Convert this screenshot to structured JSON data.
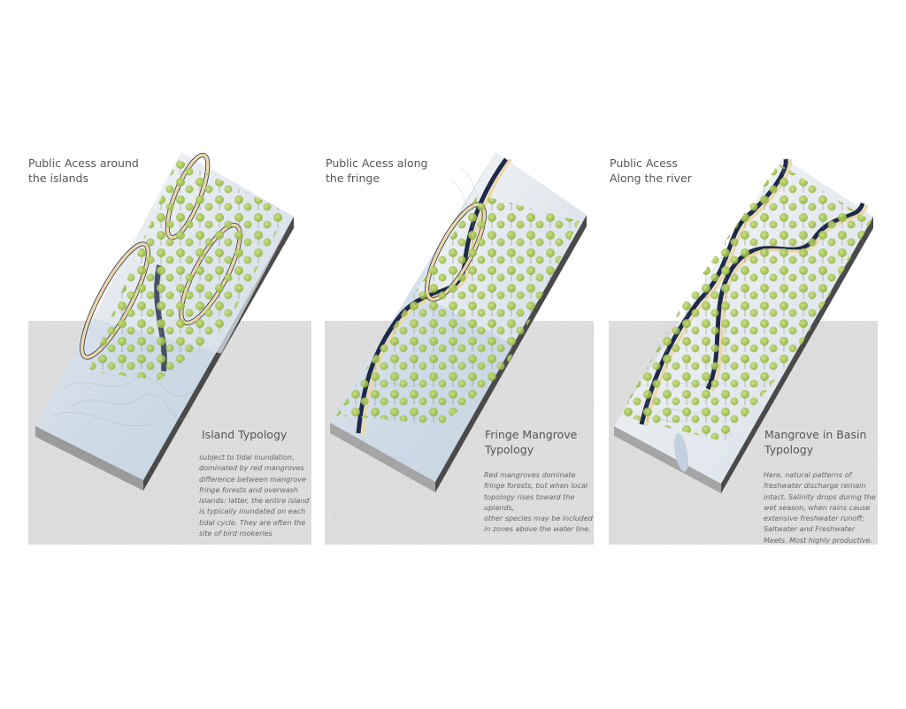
{
  "panels": [
    {
      "id": "island",
      "access_title_line1": "Public Acess around",
      "access_title_line2": "the islands",
      "typology_title_line1": "Island Typology",
      "typology_title_line2": "",
      "description": [
        "subject to tidal inundation,",
        "dominated by red mangroves",
        "difference between mangrove",
        "fringe forests and overwash",
        "islands: latter, the entire island",
        "is typically inundated on each",
        "tidal cycle. They are often the",
        "site of bird rookeries"
      ]
    },
    {
      "id": "fringe",
      "access_title_line1": "Public Acess along",
      "access_title_line2": "the fringe",
      "typology_title_line1": "Fringe Mangrove",
      "typology_title_line2": "Typology",
      "description": [
        "Red mangroves dominate",
        "fringe forests, but when local",
        "topology rises toward the",
        "uplands,",
        "other species may be included",
        "in zones above the water line."
      ]
    },
    {
      "id": "basin",
      "access_title_line1": "Public Acess",
      "access_title_line2": "Along the river",
      "typology_title_line1": "Mangrove in Basin",
      "typology_title_line2": "Typology",
      "description": [
        "Here, natural patterns of",
        "freshwater discharge remain",
        "intact. Salinity drops during the",
        "wet season, when rains cause",
        "extensive freshwater runoff;",
        "Saltwater and Freshwater",
        "Meets. Most highly productive."
      ]
    }
  ],
  "colors": {
    "panel_gray": "#dcdcdc",
    "water": "#c9d6e3",
    "terrain": "#e8ecef",
    "boardwalk": "#ecd7a8",
    "channel": "#1f2a4a",
    "tree_green": "#a7c957",
    "block_side_dark": "#4a4a4a",
    "block_front": "#9b9b9b"
  }
}
